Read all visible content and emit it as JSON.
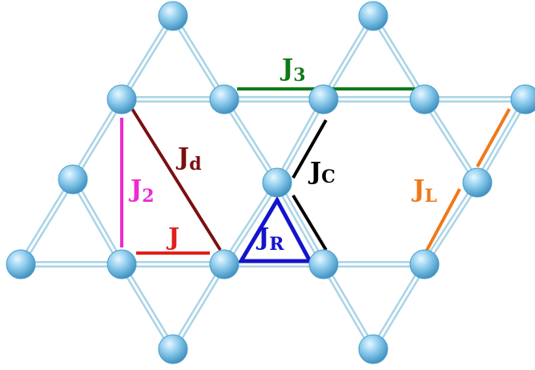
{
  "lattice": {
    "bond_color": "#a8d4e6",
    "bond_core": "#ffffff",
    "site_color": "#5fb2dc"
  },
  "couplings": [
    {
      "id": "J",
      "base": "J",
      "sub": "",
      "color": "#e0201a"
    },
    {
      "id": "J2",
      "base": "J",
      "sub": "2",
      "color": "#ee2ad0"
    },
    {
      "id": "Jd",
      "base": "J",
      "sub": "d",
      "color": "#7a1010"
    },
    {
      "id": "J3",
      "base": "J",
      "sub": "3",
      "color": "#0f7a18"
    },
    {
      "id": "JC",
      "base": "J",
      "sub": "C",
      "color": "#000000"
    },
    {
      "id": "JR",
      "base": "J",
      "sub": "R",
      "color": "#1414cc"
    },
    {
      "id": "JL",
      "base": "J",
      "sub": "L",
      "color": "#f07818"
    }
  ]
}
